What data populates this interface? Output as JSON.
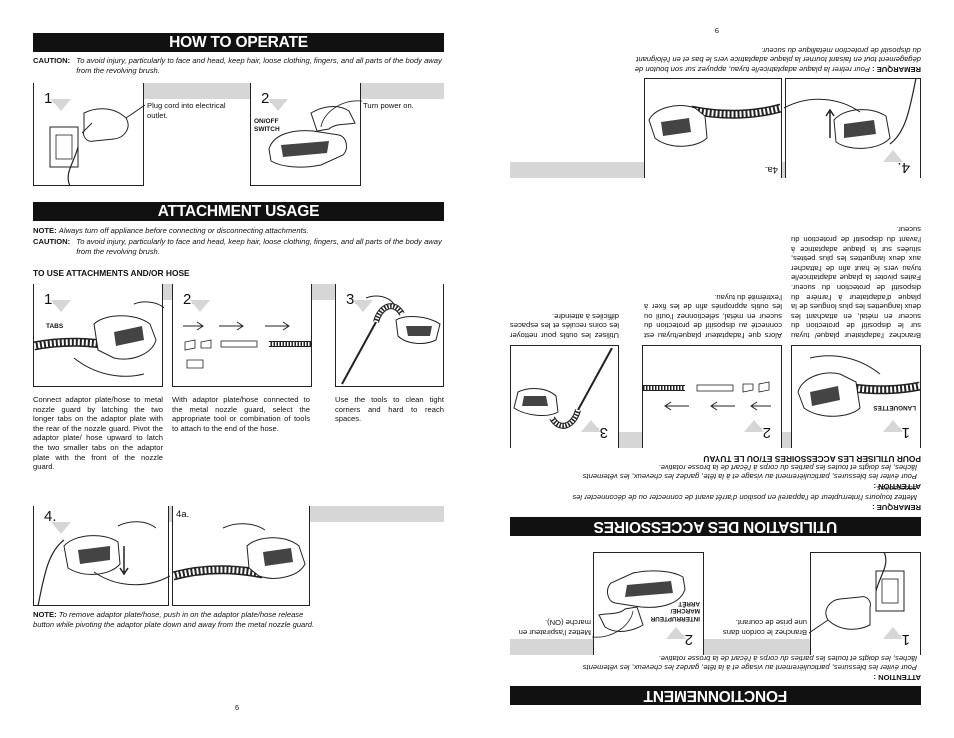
{
  "left": {
    "how_to_operate_title": "HOW TO OPERATE",
    "caution_label": "CAUTION:",
    "caution_text": "To avoid injury, particularly to face and head, keep hair, loose clothing, fingers, and all parts of the body away from the revolving brush.",
    "op_steps": [
      {
        "num": "1.",
        "text": "Plug cord into electrical outlet."
      },
      {
        "num": "2.",
        "text": "Turn power on.",
        "label": "ON/OFF SWITCH"
      }
    ],
    "attachment_title": "ATTACHMENT USAGE",
    "note_label": "NOTE:",
    "note_text": "Always turn off appliance before connecting or disconnecting attachments.",
    "caution2_label": "CAUTION:",
    "caution2_text": "To avoid injury, particularly to face and head, keep hair, loose clothing, fingers, and all parts of the body away from the revolving brush.",
    "subhead": "TO USE ATTACHMENTS AND/OR HOSE",
    "att_steps": [
      {
        "num": "1.",
        "label": "TABS",
        "text": "Connect adaptor plate/hose to metal nozzle guard by latching the two longer tabs on the adaptor plate with the rear of the nozzle guard. Pivot the adaptor plate/ hose upward to latch the two smaller tabs on the adaptor plate with the front of the nozzle guard."
      },
      {
        "num": "2.",
        "text": "With adaptor plate/hose connected to the metal nozzle guard, select the appropriate tool or combination of tools to attach to the end of the hose."
      },
      {
        "num": "3.",
        "text": "Use the tools to clean tight corners and hard to reach spaces."
      }
    ],
    "step4_num": "4.",
    "step4a_num": "4a.",
    "note2_label": "NOTE:",
    "note2_text": "To remove adaptor plate/hose, push in on the adaptor plate/hose release button while pivoting the adaptor plate down and away from the metal nozzle guard.",
    "page_num": "6"
  },
  "right": {
    "page_num": "9",
    "remarque_top_label": "REMARQUE :",
    "remarque_top_text": "Pour retirer la plaque adaptatrice/le tuyau, appuyez sur son bouton de dégagement tout en faisant tourner la plaque adaptatrice vers le bas et en l'éloignant du dispositif de protection métallique du suceur.",
    "step4_num": "4.",
    "step4a_num": "4a.",
    "att_steps": [
      {
        "num": "1.",
        "label": "LANGUETTES",
        "text": "Branchez l'adaptateur plaque/ tuyau sur le dispositif de protection du suceur en métal, en attachant les deux languettes les plus longues de la plaque d'adaptateur à l'arrière du dispositif de protection du suceur. Faites pivoter la plaque adaptatrice/le tuyau vers le haut afin de l'attacher aux deux languettes les plus petites, situées sur la plaque adaptatrice à l'avant du dispositif de protection du suceur."
      },
      {
        "num": "2.",
        "text": "Alors que l'adaptateur plaque/tuyau est connecté au dispositif de protection du suceur en métal, sélectionnez l'outil ou les outils appropriés afin de les fixer à l'extrémité du tuyau."
      },
      {
        "num": "3.",
        "text": "Utilisez les outils pour nettoyer les coins reculés et les espaces difficiles à atteindre."
      }
    ],
    "subhead": "POUR UTILISER LES ACCESSOIRES ET/OU LE TUYAU",
    "attention2_label": "ATTENTION :",
    "attention2_text": "Pour éviter les blessures, particulièrement au visage et à la tête, gardez les cheveux, les vêtements lâches, les doigts et toutes les parties du corps à l'écart de la brosse rotative.",
    "remarque_label": "REMARQUE :",
    "remarque_text": "Mettez toujours l'interrupteur de l'appareil en position d'arrêt avant de connecter ou de déconnecter les accessoires.",
    "attachment_title": "UTILISATION DES ACCESSOIRES",
    "op_steps": [
      {
        "num": "1.",
        "text": "Branchez le cordon dans une prise de courant."
      },
      {
        "num": "2.",
        "text": "Mettez l'aspirateur en marche (ON).",
        "label": "INTERRUPTEUR MARCHE/ ARRÊT"
      }
    ],
    "attention_label": "ATTENTION :",
    "attention_text": "Pour éviter les blessures, particulièrement au visage et à la tête, gardez les cheveux, les vêtements lâches, les doigts et toutes les parties du corps à l'écart de la brosse rotative.",
    "how_to_operate_title": "FONCTIONNEMENT"
  },
  "colors": {
    "header_bg": "#111111",
    "band": "#d6d6d6"
  }
}
